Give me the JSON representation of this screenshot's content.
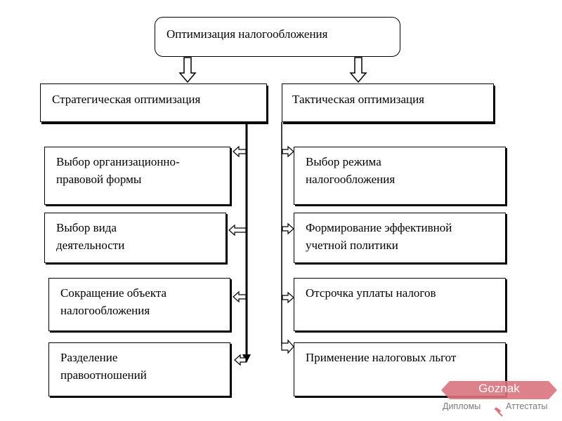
{
  "diagram": {
    "root": {
      "label": "Оптимизация налогообложения"
    },
    "branches": [
      {
        "label": "Стратегическая оптимизация",
        "items": [
          [
            "Выбор организационно-",
            "правовой формы"
          ],
          [
            "Выбор вида",
            "деятельности"
          ],
          [
            "Сокращение объекта",
            "налогообложения"
          ],
          [
            "Разделение",
            "правоотношений"
          ]
        ]
      },
      {
        "label": "Тактическая оптимизация",
        "items": [
          [
            "Выбор режима",
            "налогообложения"
          ],
          [
            "Формирование эффективной",
            "учетной политики"
          ],
          [
            "Отсрочка уплаты налогов"
          ],
          [
            "Применение налоговых льгот"
          ]
        ]
      }
    ]
  },
  "watermark": {
    "brand": "Goznak",
    "left_caption": "Дипломы",
    "right_caption": "Аттестаты",
    "badge_color": "#d9737d"
  }
}
